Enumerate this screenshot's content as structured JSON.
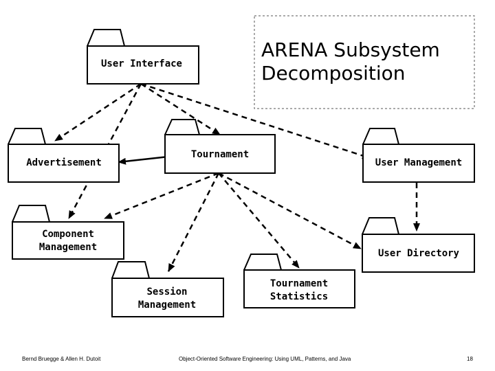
{
  "title": {
    "line1": "ARENA Subsystem",
    "line2": "Decomposition"
  },
  "packages": {
    "user_interface": {
      "label": "User Interface"
    },
    "advertisement": {
      "label": "Advertisement"
    },
    "tournament": {
      "label": "Tournament"
    },
    "user_management": {
      "label": "User Management"
    },
    "component_management": {
      "label_line1": "Component",
      "label_line2": "Management"
    },
    "user_directory": {
      "label": "User Directory"
    },
    "session_management": {
      "label_line1": "Session",
      "label_line2": "Management"
    },
    "tournament_statistics": {
      "label_line1": "Tournament",
      "label_line2": "Statistics"
    }
  },
  "footer": {
    "left": "Bernd Bruegge & Allen H. Dutoit",
    "center": "Object-Oriented Software Engineering: Using UML, Patterns, and Java",
    "page": "18"
  }
}
